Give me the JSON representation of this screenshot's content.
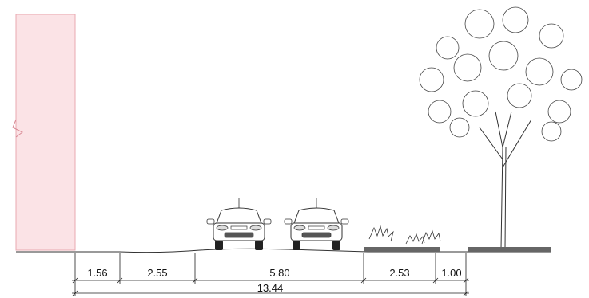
{
  "section": {
    "dimensions": [
      {
        "id": "dim-1",
        "label": "1.56"
      },
      {
        "id": "dim-2",
        "label": "2.55"
      },
      {
        "id": "dim-3",
        "label": "5.80"
      },
      {
        "id": "dim-4",
        "label": "2.53"
      },
      {
        "id": "dim-5",
        "label": "1.00"
      }
    ],
    "total": {
      "label": "13.44"
    },
    "colors": {
      "building_fill": "#fbe3e6",
      "building_stroke": "#e8a8b0",
      "line": "#222222"
    }
  }
}
